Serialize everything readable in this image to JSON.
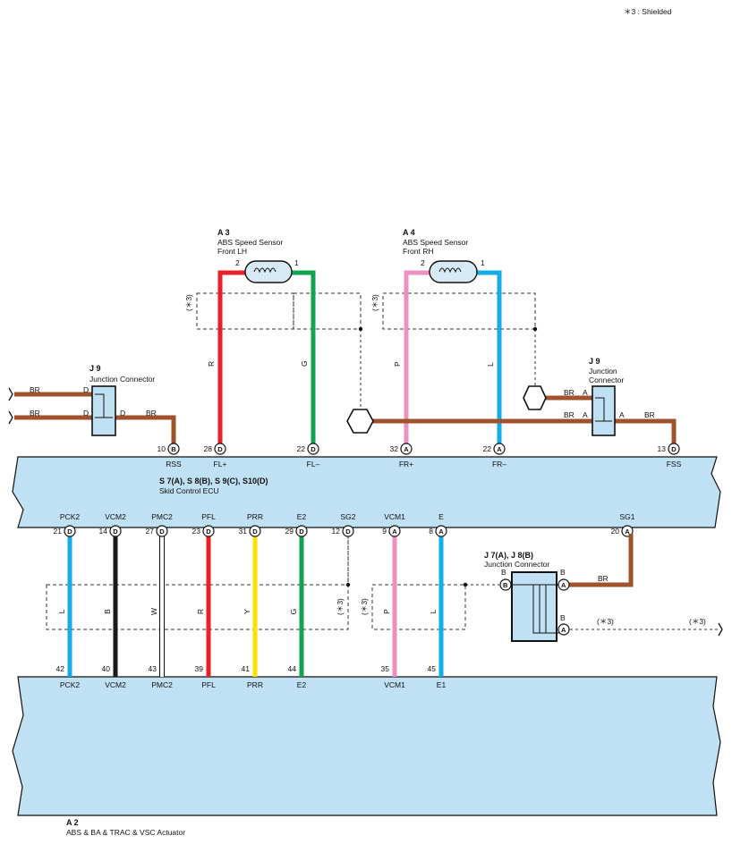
{
  "note": "＊3 : Shielded",
  "ecu": {
    "code": "S 7(A), S 8(B), S 9(C), S10(D)",
    "name": "Skid Control ECU",
    "top_pins": [
      {
        "num": "10",
        "conn": "B",
        "label": "RSS"
      },
      {
        "num": "28",
        "conn": "D",
        "label": "FL+"
      },
      {
        "num": "22",
        "conn": "D",
        "label": "FL–"
      },
      {
        "num": "32",
        "conn": "A",
        "label": "FR+"
      },
      {
        "num": "22",
        "conn": "A",
        "label": "FR–"
      },
      {
        "num": "13",
        "conn": "D",
        "label": "FSS"
      }
    ],
    "bottom_pins": [
      {
        "num": "21",
        "conn": "D",
        "label": "PCK2"
      },
      {
        "num": "14",
        "conn": "D",
        "label": "VCM2"
      },
      {
        "num": "27",
        "conn": "D",
        "label": "PMC2"
      },
      {
        "num": "23",
        "conn": "D",
        "label": "PFL"
      },
      {
        "num": "31",
        "conn": "D",
        "label": "PRR"
      },
      {
        "num": "29",
        "conn": "D",
        "label": "E2"
      },
      {
        "num": "12",
        "conn": "D",
        "label": "SG2"
      },
      {
        "num": "9",
        "conn": "A",
        "label": "VCM1"
      },
      {
        "num": "8",
        "conn": "A",
        "label": "E"
      },
      {
        "num": "20",
        "conn": "A",
        "label": "SG1"
      }
    ]
  },
  "sensor_lh": {
    "code": "A 3",
    "name1": "ABS Speed Sensor",
    "name2": "Front LH",
    "pin_left": "2",
    "pin_right": "1",
    "wire_left": "R",
    "wire_right": "G"
  },
  "sensor_rh": {
    "code": "A 4",
    "name1": "ABS Speed Sensor",
    "name2": "Front RH",
    "pin_left": "2",
    "pin_right": "1",
    "wire_left": "P",
    "wire_right": "L"
  },
  "shield_label": "(＊3)",
  "j9_left": {
    "code": "J 9",
    "name": "Junction Connector",
    "wire1": "BR",
    "wire2": "BR",
    "pin1": "D",
    "pin2": "D",
    "pin_out": "D",
    "wire_out": "BR"
  },
  "j9_right": {
    "code": "J 9",
    "name1": "Junction",
    "name2": "Connector",
    "wire1": "BR",
    "wire2": "BR",
    "pin1": "A",
    "pin2": "A",
    "pin_out": "A",
    "wire_out": "BR"
  },
  "j78": {
    "code": "J 7(A), J 8(B)",
    "name": "Junction Connector",
    "pin_b1": "B",
    "pin_a1": "A",
    "pin_b2": "B",
    "pin_a2": "A",
    "wire_top": "B",
    "wire_bottom": "B",
    "sg1_wire": "BR",
    "shield_label_1": "(＊3)",
    "shield_label_2": "(＊3)"
  },
  "actuator": {
    "code": "A 2",
    "name": "ABS & BA & TRAC & VSC Actuator",
    "pins": [
      {
        "num": "42",
        "label": "PCK2"
      },
      {
        "num": "40",
        "label": "VCM2"
      },
      {
        "num": "43",
        "label": "PMC2"
      },
      {
        "num": "39",
        "label": "PFL"
      },
      {
        "num": "41",
        "label": "PRR"
      },
      {
        "num": "44",
        "label": "E2"
      },
      {
        "num": "35",
        "label": "VCM1"
      },
      {
        "num": "45",
        "label": "E1"
      }
    ]
  },
  "lower_wires": [
    "L",
    "B",
    "W",
    "R",
    "Y",
    "G",
    "P",
    "L"
  ],
  "colors": {
    "ecu_fill": "#bfe1f3",
    "brown": "#a0522d",
    "red": "#e8202a",
    "green": "#10a450",
    "pink": "#ef8fc0",
    "blue": "#11aee8",
    "black": "#1a1a1a",
    "yellow": "#ffe000",
    "white": "#ffffff"
  }
}
